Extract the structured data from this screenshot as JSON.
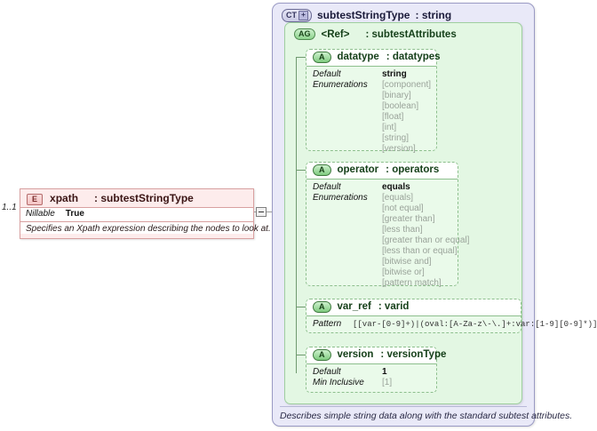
{
  "complex_type": {
    "badge": "CT",
    "badge_plus": "+",
    "name": "subtestStringType",
    "separator": ":",
    "base_type": "string",
    "footer": "Describes simple string data along with the standard subtest attributes."
  },
  "attribute_group": {
    "badge": "AG",
    "ref_label": "<Ref>",
    "separator": ":",
    "name": "subtestAttributes"
  },
  "attributes": [
    {
      "badge": "A",
      "name": "datatype",
      "separator": ":",
      "type": "datatypes",
      "default_label": "Default",
      "default_value": "string",
      "enum_label": "Enumerations",
      "enumerations": [
        "[component]",
        "[binary]",
        "[boolean]",
        "[float]",
        "[int]",
        "[string]",
        "[version]"
      ]
    },
    {
      "badge": "A",
      "name": "operator",
      "separator": ":",
      "type": "operators",
      "default_label": "Default",
      "default_value": "equals",
      "enum_label": "Enumerations",
      "enumerations": [
        "[equals]",
        "[not equal]",
        "[greater than]",
        "[less than]",
        "[greater than or equal]",
        "[less than or equal]",
        "[bitwise and]",
        "[bitwise or]",
        "[pattern match]"
      ]
    },
    {
      "badge": "A",
      "name": "var_ref",
      "separator": ":",
      "type": "varid",
      "pattern_label": "Pattern",
      "pattern_value": "[[var-[0-9]+)|(oval:[A-Za-z\\-\\.]+:var:[1-9][0-9]*)]"
    },
    {
      "badge": "A",
      "name": "version",
      "separator": ":",
      "type": "versionType",
      "default_label": "Default",
      "default_value": "1",
      "min_label": "Min Inclusive",
      "min_value": "[1]"
    }
  ],
  "element": {
    "badge": "E",
    "name": "xpath",
    "separator": ":",
    "type": "subtestStringType",
    "cardinality": "1..1",
    "nillable_label": "Nillable",
    "nillable_value": "True",
    "description": "Specifies an Xpath expression describing the nodes to look at."
  },
  "colors": {
    "complex_type_bg": "#e9e9f8",
    "attribute_group_bg": "#e3f7e3",
    "element_bg": "#fdecec",
    "tree_line": "#6f9a6f"
  }
}
